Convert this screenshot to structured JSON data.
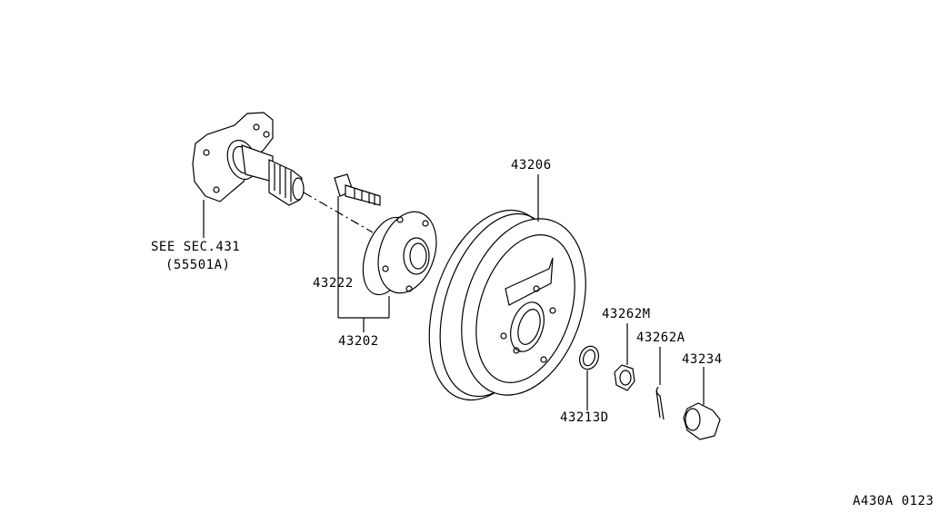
{
  "diagram": {
    "labels": {
      "see_sec": "SEE SEC.431",
      "see_sec_ref": "(55501A)",
      "p43222": "43222",
      "p43202": "43202",
      "p43206": "43206",
      "p43262M": "43262M",
      "p43262A": "43262A",
      "p43234": "43234",
      "p43213D": "43213D",
      "figure_code": "A430A 0123"
    }
  }
}
